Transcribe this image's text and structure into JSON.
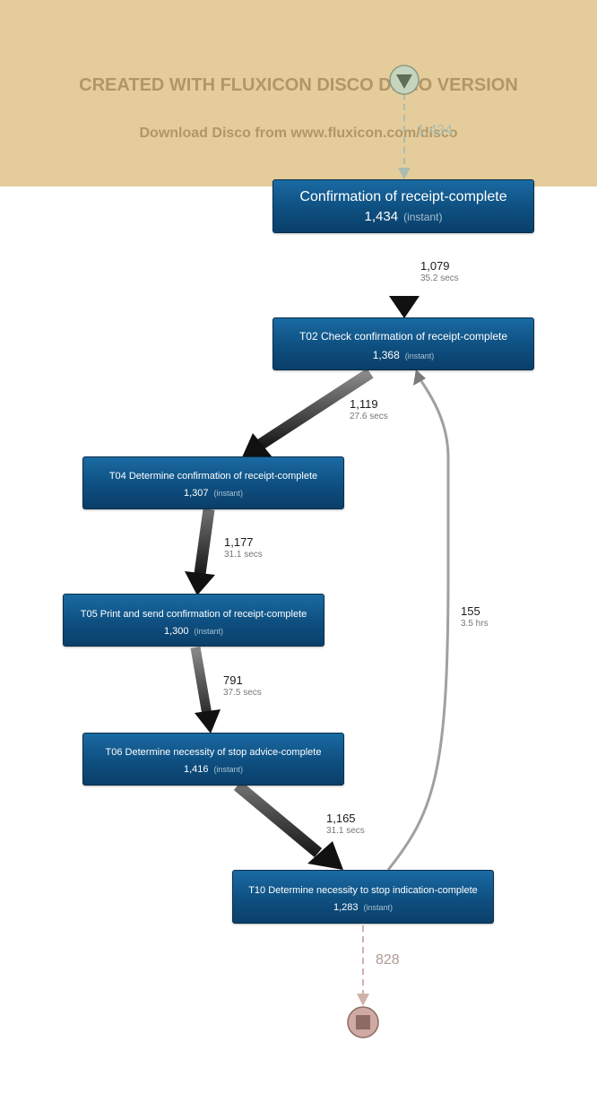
{
  "watermark": {
    "title": "CREATED WITH FLUXICON DISCO DEMO VERSION",
    "subtitle": "Download Disco from www.fluxicon.com/disco"
  },
  "colors": {
    "banner": "#e5cd9b",
    "watermark_text": "#b2966a",
    "node_fill": "#0e4f80",
    "start_node": "#c6d3bd",
    "end_node": "#cfa9a3",
    "edge_dark": "#111111",
    "edge_light": "#a0a0a0"
  },
  "start": {
    "icon": "triangle-down-icon",
    "count": "1,434"
  },
  "end": {
    "icon": "square-stop-icon",
    "count": "828"
  },
  "nodes": [
    {
      "name": "Confirmation of receipt-complete",
      "count": "1,434",
      "duration": "(instant)"
    },
    {
      "name": "T02 Check confirmation of receipt-complete",
      "count": "1,368",
      "duration": "(instant)"
    },
    {
      "name": "T04 Determine confirmation of receipt-complete",
      "count": "1,307",
      "duration": "(instant)"
    },
    {
      "name": "T05 Print and send confirmation of receipt-complete",
      "count": "1,300",
      "duration": "(instant)"
    },
    {
      "name": "T06 Determine necessity of stop advice-complete",
      "count": "1,416",
      "duration": "(instant)"
    },
    {
      "name": "T10 Determine necessity to stop indication-complete",
      "count": "1,283",
      "duration": "(instant)"
    }
  ],
  "edges": [
    {
      "count": "1,079",
      "duration": "35.2 secs"
    },
    {
      "count": "1,119",
      "duration": "27.6 secs"
    },
    {
      "count": "1,177",
      "duration": "31.1 secs"
    },
    {
      "count": "791",
      "duration": "37.5 secs"
    },
    {
      "count": "1,165",
      "duration": "31.1 secs"
    },
    {
      "count": "155",
      "duration": "3.5 hrs"
    }
  ]
}
